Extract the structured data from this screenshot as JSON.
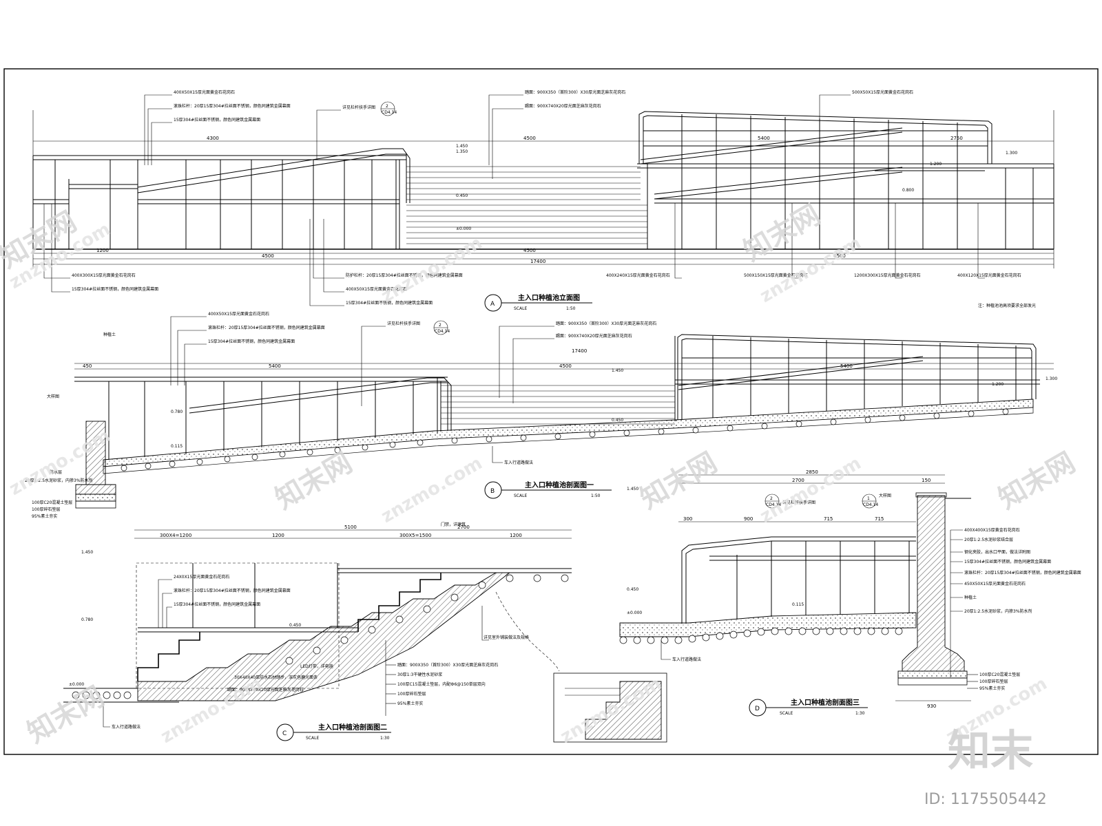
{
  "views": {
    "A": {
      "mark": "A",
      "title": "主入口种植池立面图",
      "scale_label": "SCALE",
      "scale": "1:50"
    },
    "B": {
      "mark": "B",
      "title": "主入口种植池剖面图一",
      "scale_label": "SCALE",
      "scale": "1:50"
    },
    "C": {
      "mark": "C",
      "title": "主入口种植池剖面图二",
      "scale_label": "SCALE",
      "scale": "1:30"
    },
    "D": {
      "mark": "D",
      "title": "主入口种植池剖面图三",
      "scale_label": "SCALE",
      "scale": "1:30"
    }
  },
  "note_a": "注：种植池池高须要求全部发光",
  "notes_top_a": [
    "400X50X15厚光面黄金石花岗石",
    "滚珠栏杆：20厚15厚304#拉丝面不锈钢，颜色同建筑金属幕面",
    "15厚304#拉丝面不锈钢，颜色同建筑金属幕面",
    "详见栏杆扶手详图",
    "踏面：900X350（首阶300）X30厚光面芝麻灰花岗石",
    "踢面：900X740X20厚光面芝麻灰花岗石",
    "500X50X15厚光面黄金石花岗石"
  ],
  "notes_bottom_a": [
    "400X300X15厚光面黄金石花岗石",
    "15厚304#拉丝面不锈钢，颜色同建筑金属幕面",
    "防护栏杆：20厚15厚304#拉丝面不锈钢，颜色同建筑金属幕面",
    "400X50X15厚光面黄金石花岗石",
    "15厚304#拉丝面不锈钢，颜色同建筑金属幕面",
    "400X240X15厚光面黄金石花岗石",
    "500X150X15厚光面黄金石花岗石",
    "1200X300X15厚光面黄金石花岗石",
    "400X120X15厚光面黄金石花岗石"
  ],
  "notes_b": [
    "400X50X15厚光面黄金石花岗石",
    "滚珠栏杆：20厚15厚304#拉丝面不锈钢，颜色同建筑金属幕面",
    "15厚304#拉丝面不锈钢，颜色同建筑金属幕面",
    "详见栏杆扶手详图",
    "踏面：900X350（首阶300）X30厚光面芝麻灰花岗石",
    "踢面：900X740X20厚光面芝麻灰花岗石",
    "种植土",
    "大样图",
    "防水层",
    "20厚1:2.5水泥砂浆，内掺3%防水剂",
    "100厚C20混凝土垫层",
    "100厚碎石垫层",
    "95%素土夯实",
    "车入行道路做法"
  ],
  "notes_c": [
    "24X0X15厚光面黄金石花岗石",
    "滚珠栏杆：20厚15厚304#拉丝面不锈钢，颜色同建筑金属幕面",
    "15厚304#拉丝面不锈钢，颜色同建筑金属幕面",
    "门禁，详建筑",
    "详见室外铺装做法及规格",
    "踏面：900X350（首阶300）X30厚光面芝麻灰花岗石",
    "30厚1:3干硬性水泥砂浆",
    "100厚C15混凝土垫层，内配Ф6@150单层双向",
    "100厚碎石垫层",
    "95%素土夯实",
    "LED灯带，详电施",
    "30X40X40厚防水石材踏步，深灰色磨光面条",
    "踢面：900X740X20厚光面芝麻灰花岗石",
    "车入行道路做法"
  ],
  "notes_d": [
    "详见栏杆扶手详图",
    "大样图",
    "400X400X15厚黄金石花岗石",
    "20厚1:2.5水泥砂浆结合层",
    "钢化夹胶，出水口平面，做法详附图",
    "15厚304#拉丝面不锈钢，颜色同建筑金属幕面",
    "滚珠栏杆：20厚15厚304#拉丝面不锈钢，颜色同建筑金属幕面",
    "450X50X15厚光面黄金石花岗石",
    "种植土",
    "20厚1:2.5水泥砂浆，内掺3%防水剂",
    "100厚C20混凝土垫层",
    "100厚碎石垫层",
    "95%素土夯实",
    "车入行道路做法"
  ],
  "dims_a_top": [
    "4300",
    "4500",
    "5400",
    "2750"
  ],
  "dims_a_bottom": [
    "1200",
    "4500",
    "4500",
    "4500",
    "17400"
  ],
  "dims_b": [
    "450",
    "5400",
    "4500",
    "17400",
    "5400"
  ],
  "dims_c": [
    "5100",
    "300X4=1200",
    "1200",
    "2700",
    "300X5=1500",
    "1200"
  ],
  "dims_d": [
    "2850",
    "2700",
    "150",
    "300",
    "900",
    "715",
    "715",
    "930"
  ],
  "elev_labels": [
    "1.450",
    "1.350",
    "0.780",
    "0.450",
    "±0.000",
    "1.300",
    "1.200",
    "0.800",
    "0.115"
  ],
  "callout_a": {
    "num": "2",
    "sheet": "CD4.14"
  },
  "callout_b": {
    "num": "2",
    "sheet": "CD4.14"
  },
  "callout_d1": {
    "num": "2",
    "sheet": "CD4.14"
  },
  "callout_d2": {
    "num": "1",
    "sheet": "CD4.14"
  },
  "watermark": "znzmo.com",
  "watermark_cn": "知末网",
  "brand": "知末",
  "image_id": "ID: 1175505442"
}
